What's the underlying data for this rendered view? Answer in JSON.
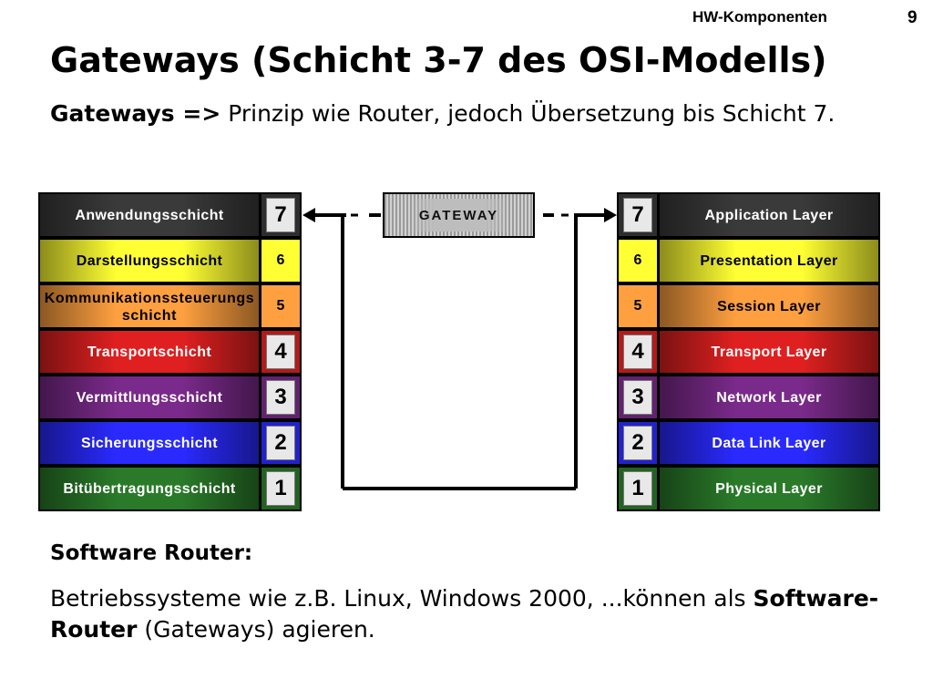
{
  "header": {
    "label": "HW-Komponenten",
    "page_number": "9"
  },
  "title": "Gateways (Schicht 3-7 des OSI-Modells)",
  "intro": {
    "bold": "Gateways =>",
    "text": " Prinzip wie Router, jedoch Übersetzung bis Schicht 7."
  },
  "gateway_label": "GATEWAY",
  "layers": [
    {
      "num": "7",
      "de": "Anwendungsschicht",
      "en": "Application Layer",
      "color": "#3a3a3a",
      "text_color": "#ffffff",
      "big": true
    },
    {
      "num": "6",
      "de": "Darstellungsschicht",
      "en": "Presentation Layer",
      "color": "#ffff33",
      "text_color": "#000000",
      "big": false
    },
    {
      "num": "5",
      "de": "Kommunikationssteuerungsschicht",
      "en": "Session Layer",
      "color": "#ffa040",
      "text_color": "#000000",
      "big": false
    },
    {
      "num": "4",
      "de": "Transportschicht",
      "en": "Transport Layer",
      "color": "#e02020",
      "text_color": "#ffffff",
      "big": true
    },
    {
      "num": "3",
      "de": "Vermittlungsschicht",
      "en": "Network Layer",
      "color": "#7a2a8a",
      "text_color": "#ffffff",
      "big": true
    },
    {
      "num": "2",
      "de": "Sicherungsschicht",
      "en": "Data Link Layer",
      "color": "#2a2aff",
      "text_color": "#ffffff",
      "big": true
    },
    {
      "num": "1",
      "de": "Bitübertragungsschicht",
      "en": "Physical Layer",
      "color": "#2a7a2a",
      "text_color": "#ffffff",
      "big": true
    }
  ],
  "section_heading": "Software Router:",
  "body": {
    "line1": "Betriebssysteme wie z.B. Linux, Windows 2000, ...können als ",
    "bold": "Software-Router",
    "line2": " (Gateways) agieren."
  }
}
